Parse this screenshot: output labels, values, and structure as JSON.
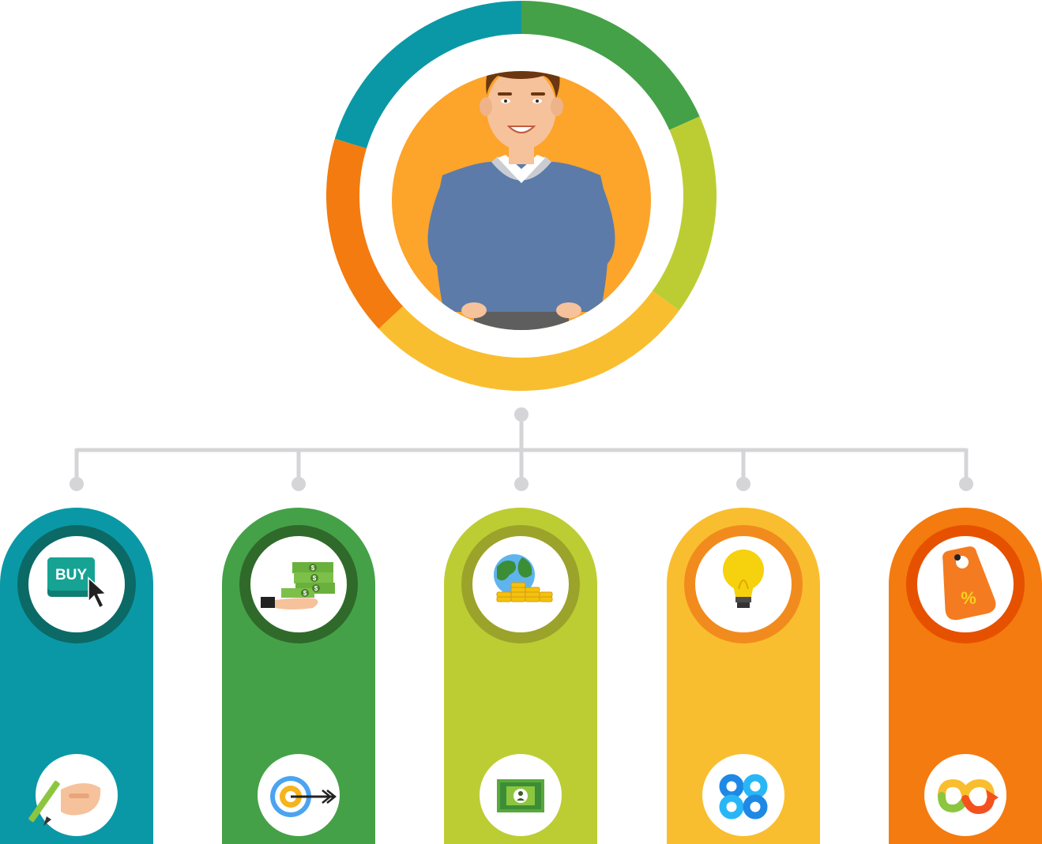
{
  "colors": {
    "teal": "#0b98a6",
    "green": "#45a147",
    "lime": "#bccd34",
    "yellow": "#f9be2f",
    "orange": "#f47b0f",
    "connector": "#d5d5d8",
    "hub_fill": "#fda42a"
  },
  "hub": {
    "ring_segments": [
      {
        "color": "teal"
      },
      {
        "color": "green"
      },
      {
        "color": "lime"
      },
      {
        "color": "yellow"
      },
      {
        "color": "orange"
      }
    ],
    "figure": "businessman-avatar"
  },
  "cards": [
    {
      "color": "teal",
      "ring_color": "#0b6a66",
      "top_icon": "buy-button-icon",
      "top_label": "BUY",
      "bottom_icon": "hand-writing-icon"
    },
    {
      "color": "green",
      "ring_color": "#2f6a2a",
      "top_icon": "money-hand-icon",
      "bottom_icon": "target-arrow-icon"
    },
    {
      "color": "lime",
      "ring_color": "#9ba32a",
      "top_icon": "globe-coins-icon",
      "bottom_icon": "banknote-icon"
    },
    {
      "color": "yellow",
      "ring_color": "#f28b1d",
      "top_icon": "lightbulb-icon",
      "bottom_icon": "blue-knot-icon"
    },
    {
      "color": "orange",
      "ring_color": "#e65100",
      "top_icon": "discount-tag-icon",
      "top_label": "%",
      "bottom_icon": "infinity-arrows-icon"
    }
  ]
}
